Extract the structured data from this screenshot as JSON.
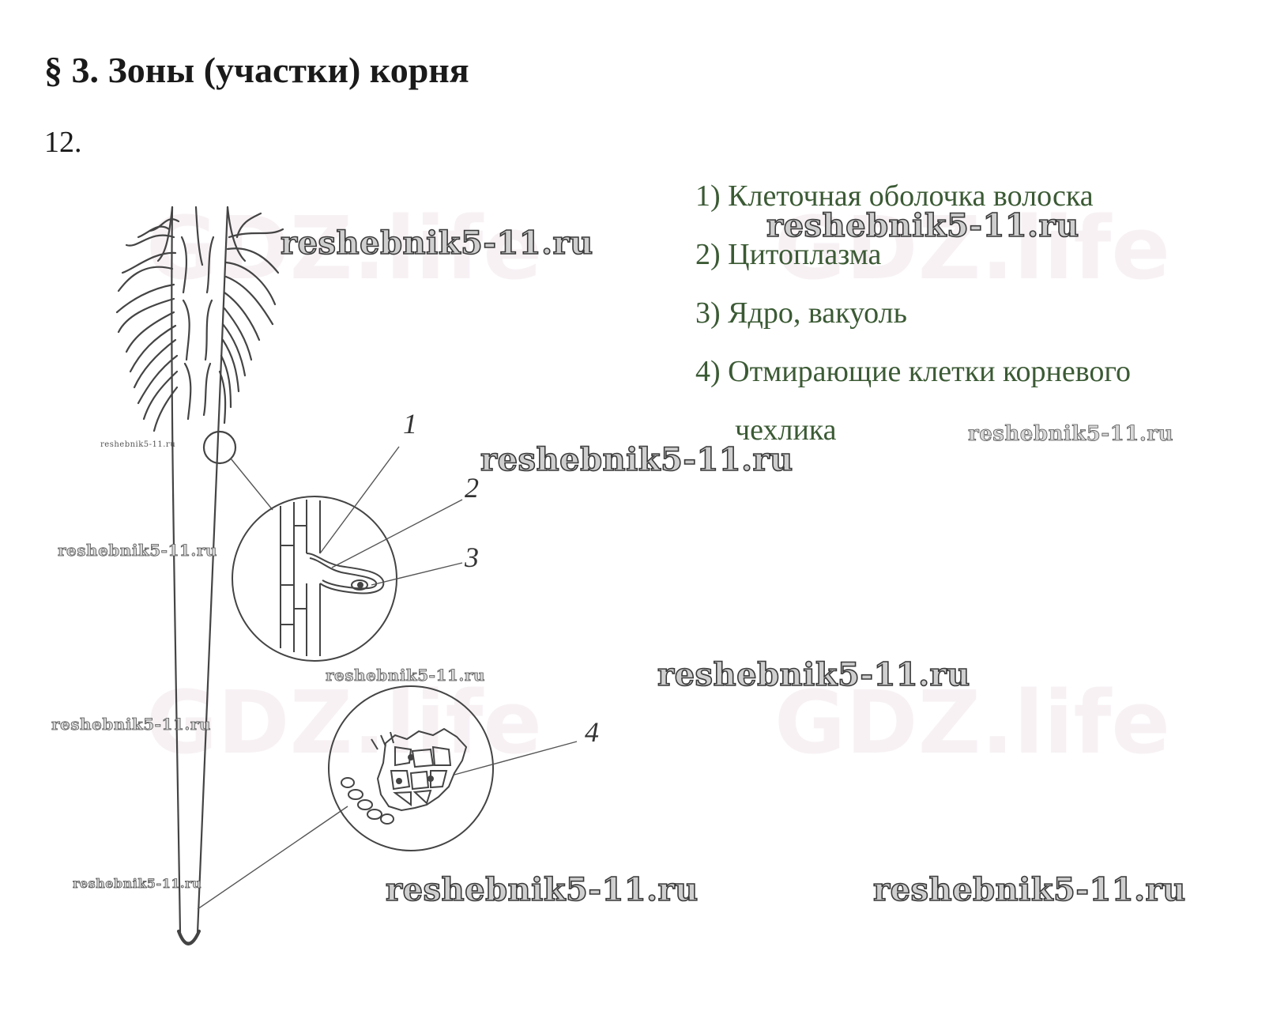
{
  "heading": "§ 3. Зоны (участки) корня",
  "task_number": "12.",
  "answers": [
    "1) Клеточная оболочка волоска",
    "2) Цитоплазма",
    "3) Ядро, вакуоль",
    "4) Отмирающие клетки корневого",
    "чехлика"
  ],
  "figure_callouts": [
    "1",
    "2",
    "3",
    "4"
  ],
  "watermark": "reshebnik5-11.ru",
  "ghost_watermark": "GDZ.life",
  "colors": {
    "answer_text": "#3b5a34",
    "heading_text": "#1a1a1a",
    "line_art": "#444444"
  }
}
